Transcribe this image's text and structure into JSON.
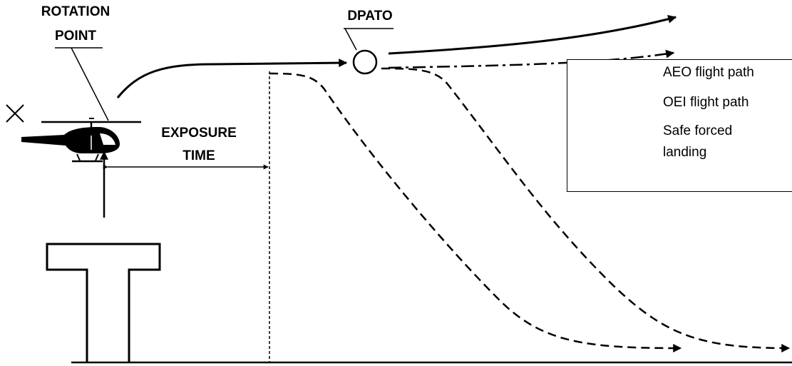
{
  "labels": {
    "rotation_point_line1": "ROTATION",
    "rotation_point_line2": "POINT",
    "dpato": "DPATO",
    "exposure_time_line1": "EXPOSURE",
    "exposure_time_line2": "TIME"
  },
  "legend": {
    "items": [
      {
        "label": "AEO flight path",
        "line_style": "solid"
      },
      {
        "label": "OEI flight path",
        "line_style": "dash-dot"
      },
      {
        "label_line1": "Safe forced",
        "label_line2": "landing",
        "line_style": "dashed"
      }
    ]
  },
  "icons": {
    "helicopter": "helicopter-icon",
    "takeoff_platform": "helipad-structure-icon",
    "dpato_marker": "dpato-circle-icon"
  }
}
